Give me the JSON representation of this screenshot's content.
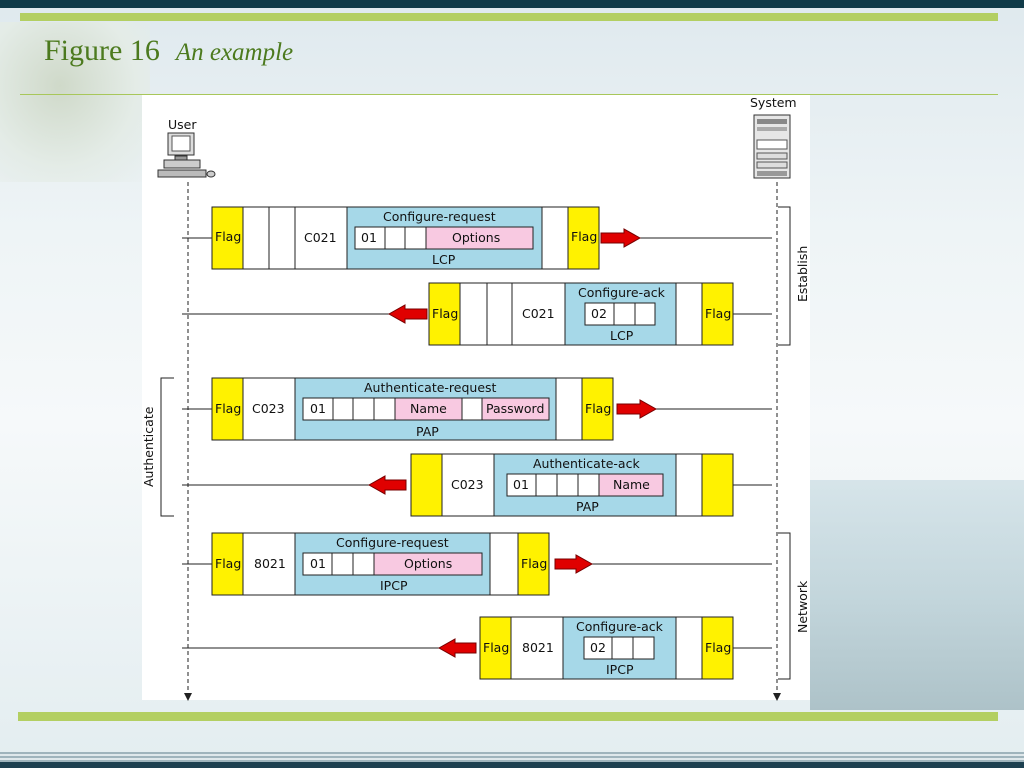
{
  "slide": {
    "title_number": "Figure 16",
    "title_text": "An example"
  },
  "diagram": {
    "user_label": "User",
    "system_label": "System",
    "phases": {
      "establish": "Establish",
      "authenticate": "Authenticate",
      "network": "Network"
    },
    "flag": "Flag",
    "frames": [
      {
        "protocol_code": "C021",
        "message": "Configure-request",
        "code": "01",
        "field": "Options",
        "protocol": "LCP"
      },
      {
        "protocol_code": "C021",
        "message": "Configure-ack",
        "code": "02",
        "protocol": "LCP"
      },
      {
        "protocol_code": "C023",
        "message": "Authenticate-request",
        "code": "01",
        "field1": "Name",
        "field2": "Password",
        "protocol": "PAP"
      },
      {
        "protocol_code": "C023",
        "message": "Authenticate-ack",
        "code": "01",
        "field": "Name",
        "protocol": "PAP"
      },
      {
        "protocol_code": "8021",
        "message": "Configure-request",
        "code": "01",
        "field": "Options",
        "protocol": "IPCP"
      },
      {
        "protocol_code": "8021",
        "message": "Configure-ack",
        "code": "02",
        "protocol": "IPCP"
      }
    ],
    "colors": {
      "flag": "#fff200",
      "payload": "#a6d8e8",
      "field": "#f8c9e1",
      "arrow": "#e00000"
    }
  }
}
